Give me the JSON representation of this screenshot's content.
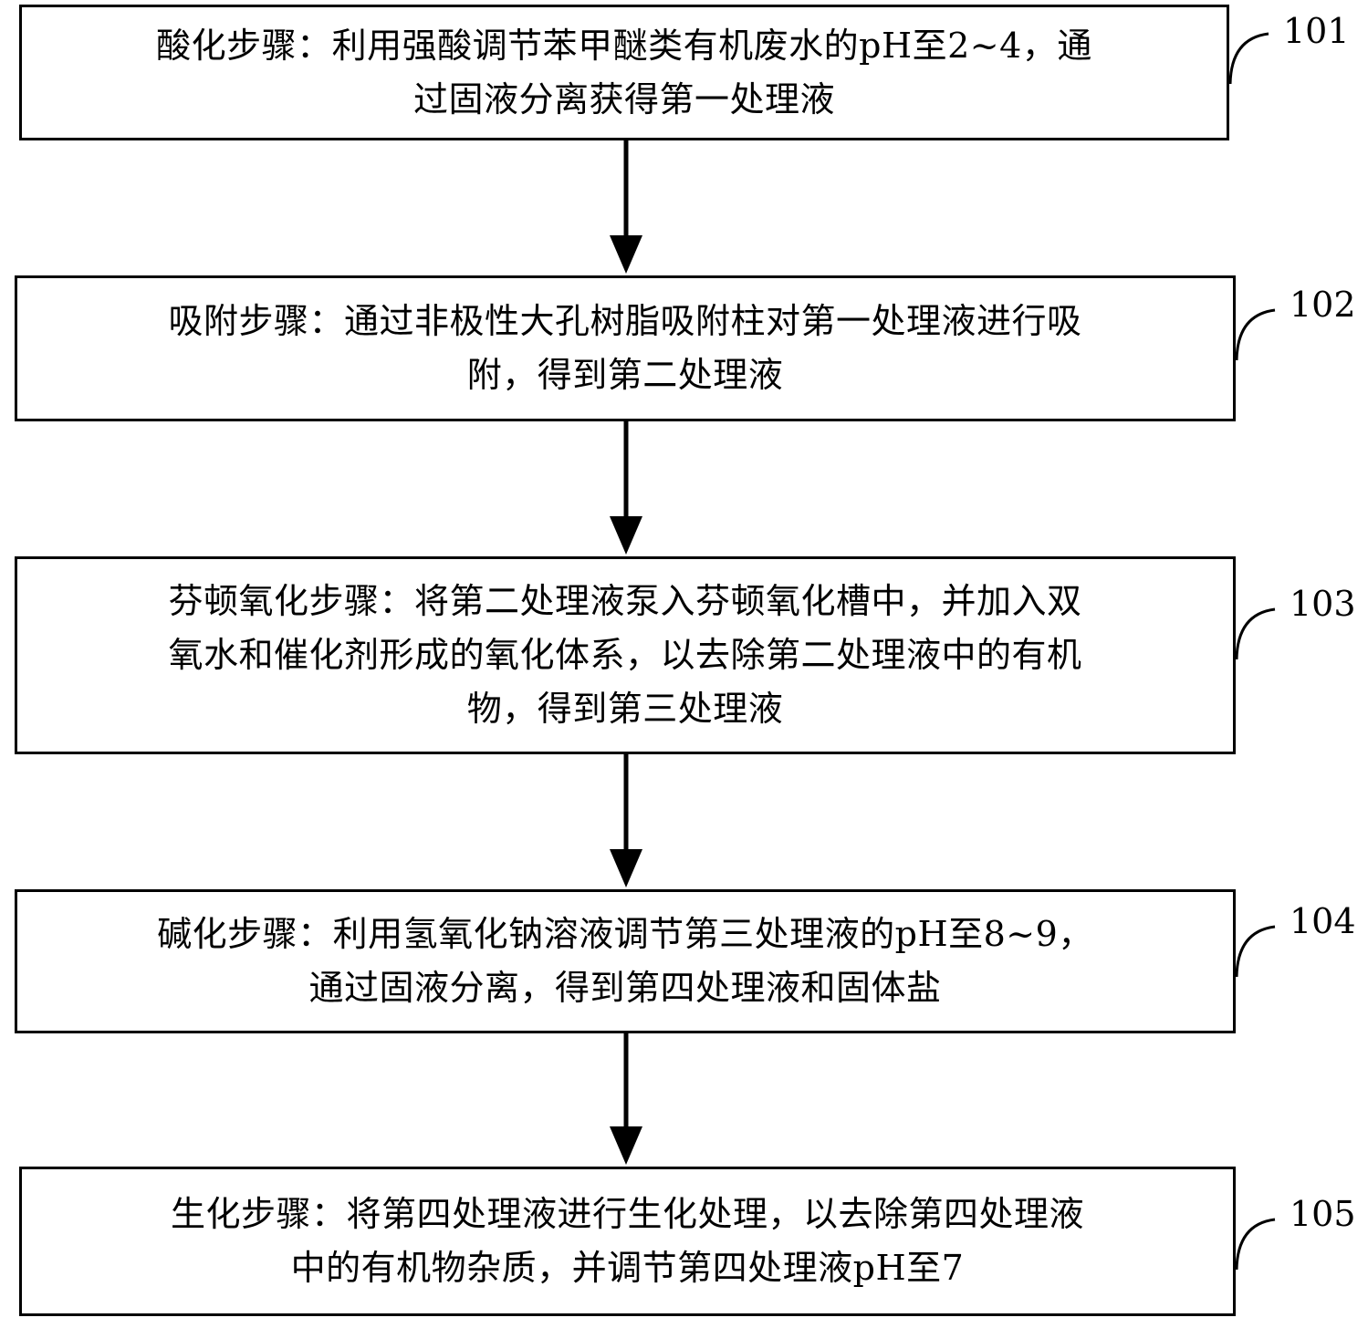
{
  "steps": [
    {
      "id": "101",
      "label": "101",
      "lines": [
        "酸化步骤：利用强酸调节苯甲醚类有机废水的pH至2~4，通",
        "过固液分离获得第一处理液"
      ]
    },
    {
      "id": "102",
      "label": "102",
      "lines": [
        "吸附步骤：通过非极性大孔树脂吸附柱对第一处理液进行吸",
        "附，得到第二处理液"
      ]
    },
    {
      "id": "103",
      "label": "103",
      "lines": [
        "芬顿氧化步骤：将第二处理液泵入芬顿氧化槽中，并加入双",
        "氧水和催化剂形成的氧化体系，以去除第二处理液中的有机",
        "物，得到第三处理液"
      ]
    },
    {
      "id": "104",
      "label": "104",
      "lines": [
        "碱化步骤：利用氢氧化钠溶液调节第三处理液的pH至8~9，",
        "通过固液分离，得到第四处理液和固体盐"
      ]
    },
    {
      "id": "105",
      "label": "105",
      "lines": [
        "生化步骤：将第四处理液进行生化处理，以去除第四处理液",
        "中的有机物杂质，并调节第四处理液pH至7"
      ]
    }
  ]
}
